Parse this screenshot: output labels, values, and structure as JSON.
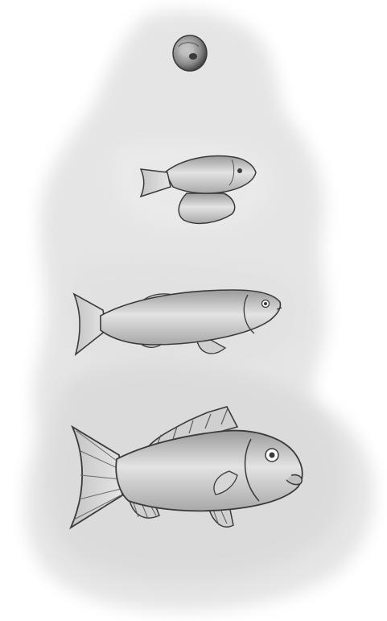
{
  "illustration": {
    "stages": [
      {
        "name": "egg",
        "icon": "fish-egg-icon"
      },
      {
        "name": "larva",
        "icon": "fish-larva-icon"
      },
      {
        "name": "juvenile",
        "icon": "juvenile-fish-icon"
      },
      {
        "name": "adult",
        "icon": "adult-fish-icon"
      }
    ],
    "colors": {
      "background": "#ffffff",
      "cloud": "#e6e6e6",
      "cloud_shadow": "#d2d2d2",
      "outline": "#3a3a3a",
      "body_fill": "#bdbdbd",
      "body_light": "#e8e8e8",
      "fin_fill": "#cfcfcf"
    }
  }
}
